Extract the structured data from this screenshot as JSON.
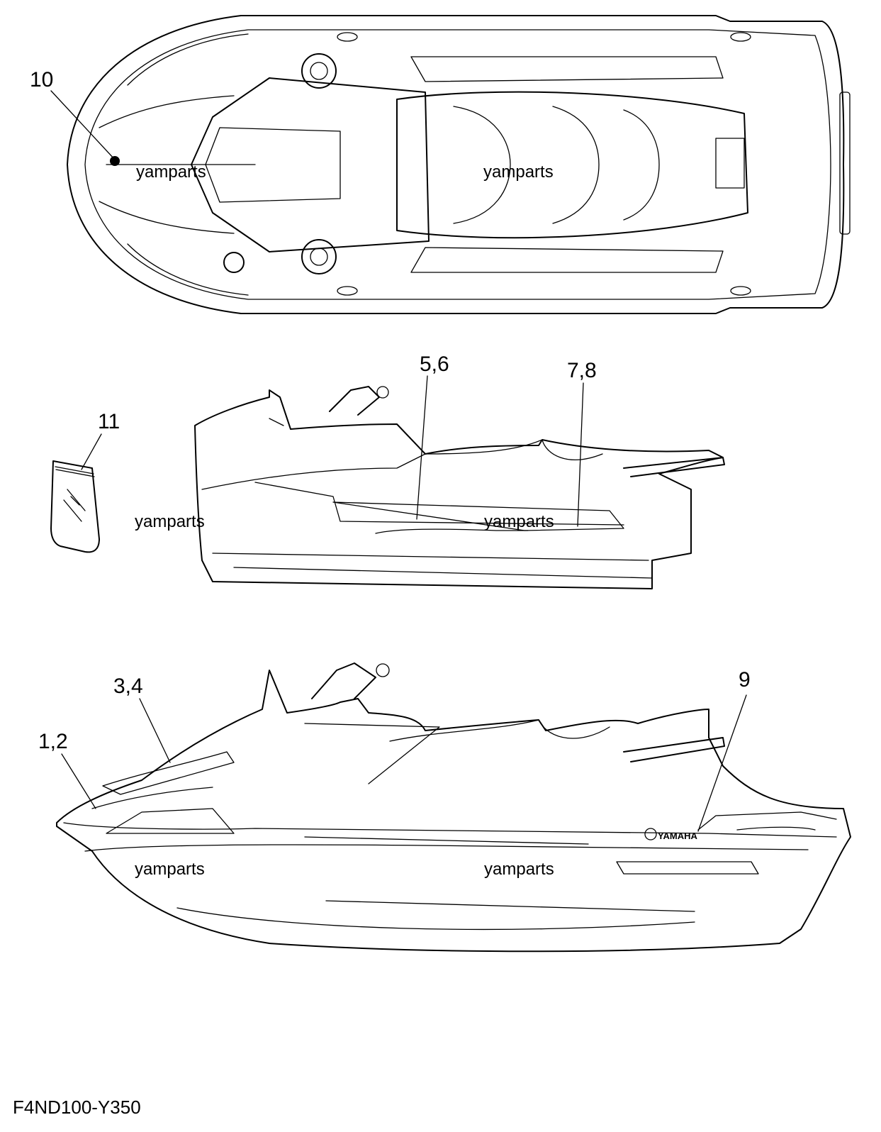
{
  "callouts": {
    "c10": "10",
    "c11": "11",
    "c56": "5,6",
    "c78": "7,8",
    "c34": "3,4",
    "c12": "1,2",
    "c9": "9"
  },
  "watermarks": {
    "top_left": "yamparts",
    "top_right": "yamparts",
    "mid_left": "yamparts",
    "mid_right": "yamparts",
    "bottom_left": "yamparts",
    "bottom_right": "yamparts"
  },
  "decal_texts": {
    "brand": "YAMAHA"
  },
  "diagram_code": "F4ND100-Y350",
  "colors": {
    "line": "#000000",
    "background": "#ffffff"
  }
}
